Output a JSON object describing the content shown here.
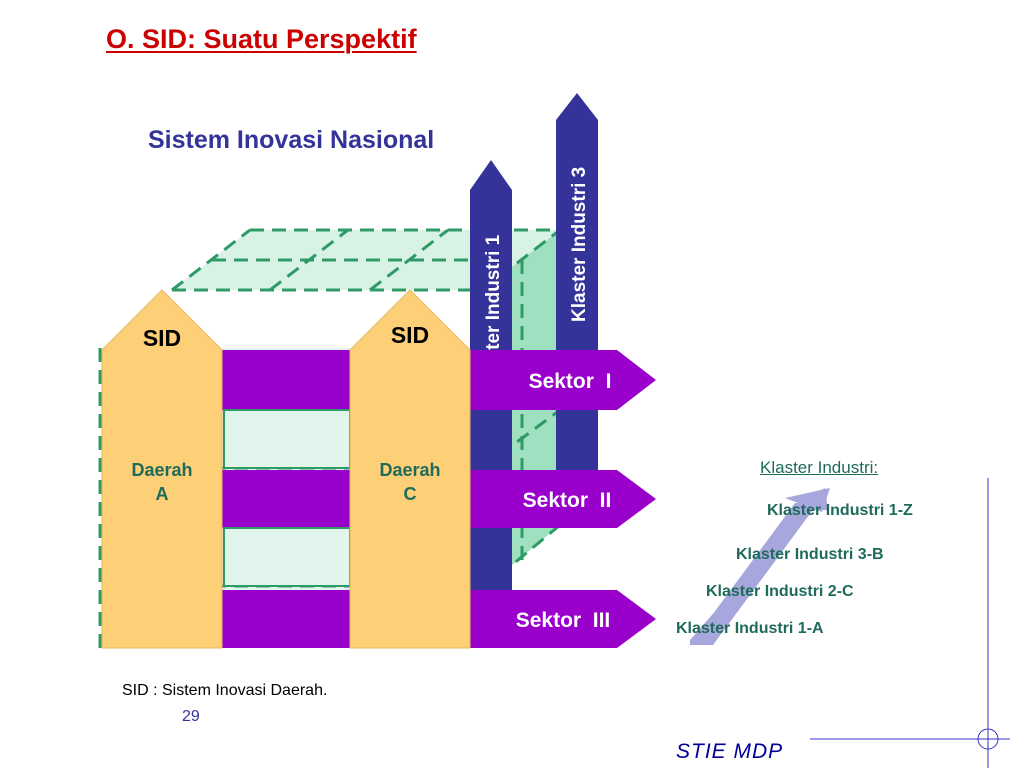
{
  "slide": {
    "title": "O. SID: Suatu Perspektif",
    "page_number": "29",
    "footer_brand": "STIE MDP"
  },
  "diagram": {
    "title": "Sistem Inovasi Nasional",
    "sid_label": "SID",
    "regions": [
      {
        "label_line1": "Daerah",
        "label_line2": "A"
      },
      {
        "label_line1": "Daerah",
        "label_line2": "C"
      }
    ],
    "sectors": [
      "Sektor  I",
      "Sektor  II",
      "Sektor  III"
    ],
    "cluster_arrows": [
      "Klaster Industri  1",
      "Klaster Industri  3"
    ],
    "colors": {
      "title_red": "#cc0000",
      "navy": "#333399",
      "purple": "#9900cc",
      "sid_orange": "#fdcf76",
      "grid_green": "#2e9b66",
      "green_fill": "#d9f2e6",
      "arrow_lavender": "#a7a7dd"
    }
  },
  "cluster_legend": {
    "heading": "Klaster Industri:",
    "items": [
      "Klaster Industri 1-Z",
      "Klaster Industri 3-B",
      "Klaster Industri 2-C",
      "Klaster Industri 1-A"
    ]
  },
  "footnote": "SID : Sistem Inovasi Daerah."
}
